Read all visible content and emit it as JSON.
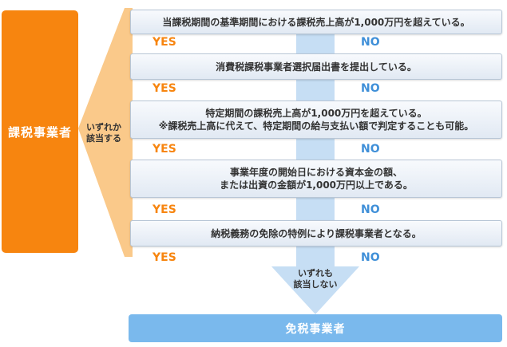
{
  "left_box": {
    "label": "課税事業者",
    "color": "#f7850f"
  },
  "funnel": {
    "label": "いずれか\n該当する",
    "color": "#fac98a"
  },
  "conditions": [
    {
      "text": "当課税期間の基準期間における課税売上高が1,000万円を超えている。",
      "yes": "YES",
      "no": "NO"
    },
    {
      "text": "消費税課税事業者選択届出書を提出している。",
      "yes": "YES",
      "no": "NO"
    },
    {
      "text": "特定期間の課税売上高が1,000万円を超えている。\n※課税売上高に代えて、特定期間の給与支払い額で判定することも可能。",
      "yes": "YES",
      "no": "NO"
    },
    {
      "text": "事業年度の開始日における資本金の額、\nまたは出資の金額が1,000万円以上である。",
      "yes": "YES",
      "no": "NO"
    },
    {
      "text": "納税義務の免除の特例により課税事業者となる。",
      "yes": "YES",
      "no": "NO"
    }
  ],
  "flow_arrow": {
    "label": "いずれも\n該当しない",
    "color": "#c6def4"
  },
  "bottom_box": {
    "label": "免税事業者",
    "color": "#7ab9ed"
  },
  "colors": {
    "yes": "#f7850f",
    "no": "#3f8fd8"
  }
}
